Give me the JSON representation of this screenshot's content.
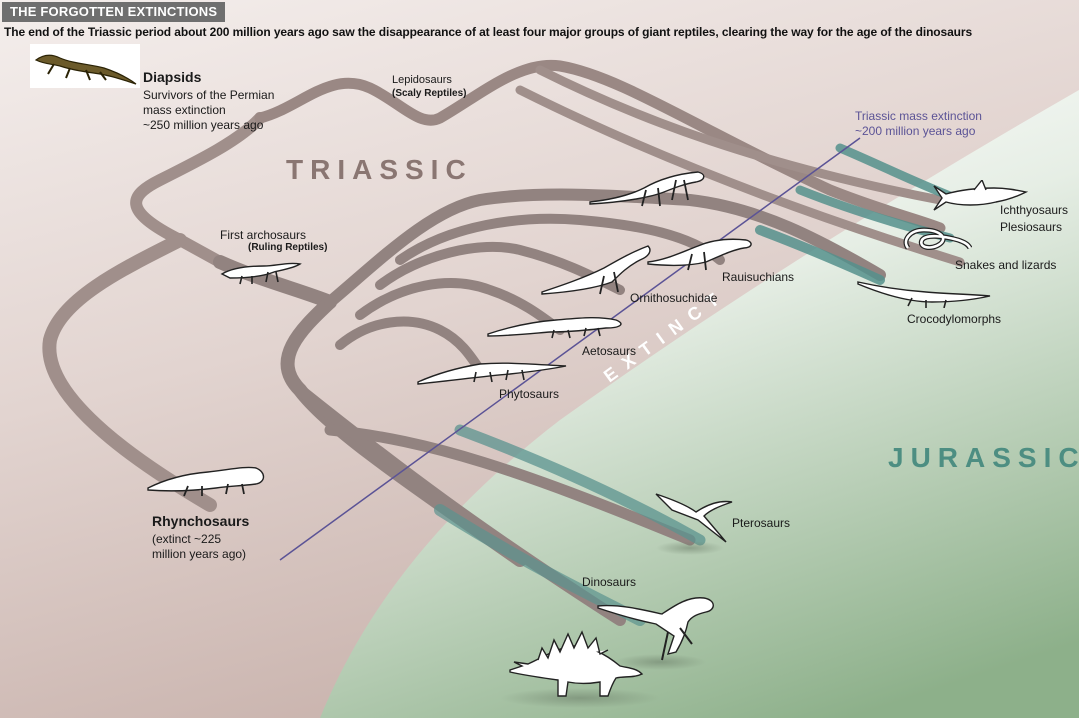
{
  "header": {
    "title": "THE FORGOTTEN EXTINCTIONS",
    "subtitle": "The end of the Triassic period about 200 million years ago saw the disappearance of at least four major groups of giant reptiles, clearing the way for the age of the dinosaurs"
  },
  "eras": {
    "triassic": "TRIASSIC",
    "jurassic": "JURASSIC",
    "extinct": "EXTINCT"
  },
  "labels": {
    "diapsids_title": "Diapsids",
    "diapsids_line1": "Survivors of the Permian",
    "diapsids_line2": "mass extinction",
    "diapsids_line3": "~250 million years ago",
    "lepidosaurs": "Lepidosaurs",
    "lepidosaurs_sub": "(Scaly Reptiles)",
    "first_archosaurs": "First archosaurs",
    "first_archosaurs_sub": "(Ruling Reptiles)",
    "extinction_line1": "Triassic mass extinction",
    "extinction_line2": "~200 million years ago",
    "ichthyosaurs": "Ichthyosaurs",
    "plesiosaurs": "Plesiosaurs",
    "snakes": "Snakes and lizards",
    "crocodylomorphs": "Crocodylomorphs",
    "rauisuchians": "Rauisuchians",
    "ornithosuchidae": "Ornithosuchidae",
    "aetosaurs": "Aetosaurs",
    "phytosaurs": "Phytosaurs",
    "pterosaurs": "Pterosaurs",
    "dinosaurs": "Dinosaurs",
    "rhynchosaurs": "Rhynchosaurs",
    "rhynchosaurs_line1": "(extinct ~225",
    "rhynchosaurs_line2": "million years ago)"
  },
  "colors": {
    "triassic_bg": "#d9c9c4",
    "jurassic_bg": "#9fbf9d",
    "branch": "#8b7a76",
    "branch_survivor": "#3f7a78",
    "extinction_line": "#5b5396"
  }
}
